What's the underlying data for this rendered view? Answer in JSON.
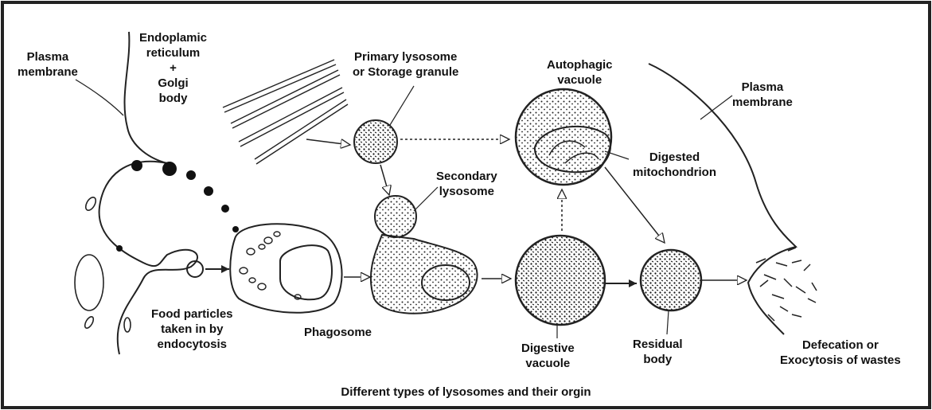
{
  "labels": {
    "plasma_membrane_left": [
      "Plasma",
      "membrane"
    ],
    "er_golgi": [
      "Endoplamic",
      "reticulum",
      "+",
      "Golgi",
      "body"
    ],
    "primary_lysosome": [
      "Primary lysosome",
      "or Storage granule"
    ],
    "autophagic_vacuole": [
      "Autophagic",
      "vacuole"
    ],
    "plasma_membrane_right": [
      "Plasma",
      "membrane"
    ],
    "digested_mitochondrion": [
      "Digested",
      "mitochondrion"
    ],
    "secondary_lysosome": [
      "Secondary",
      "lysosome"
    ],
    "food_particles": [
      "Food particles",
      "taken in by",
      "endocytosis"
    ],
    "phagosome": [
      "Phagosome"
    ],
    "digestive_vacuole": [
      "Digestive",
      "vacuole"
    ],
    "residual_body": [
      "Residual",
      "body"
    ],
    "defecation": [
      "Defecation or",
      "Exocytosis of wastes"
    ]
  },
  "caption": "Different types of lysosomes and their orgin"
}
